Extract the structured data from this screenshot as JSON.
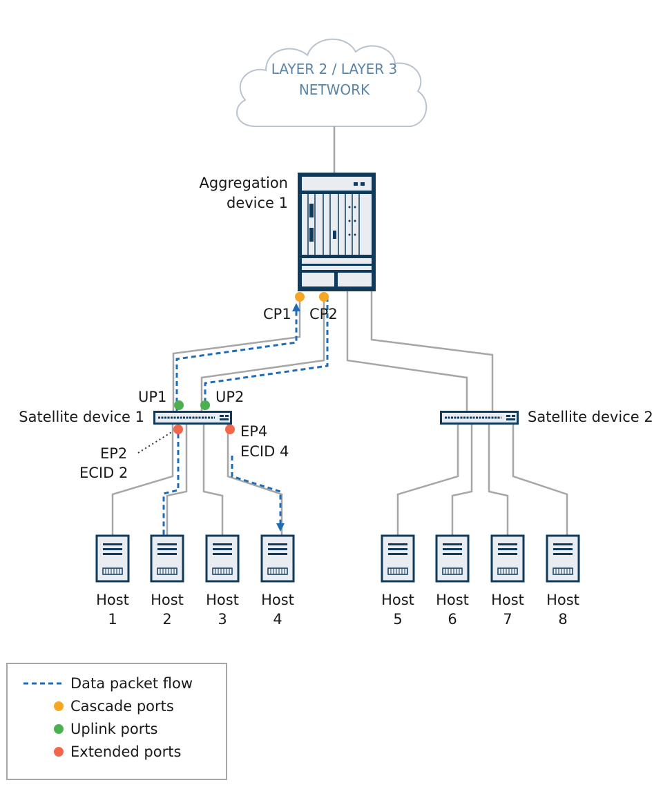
{
  "cloud": {
    "line1": "LAYER 2 / LAYER 3",
    "line2": "NETWORK"
  },
  "aggregation": {
    "line1": "Aggregation",
    "line2": "device 1"
  },
  "ports": {
    "cp1": "CP1",
    "cp2": "CP2",
    "up1": "UP1",
    "up2": "UP2",
    "ep2": "EP2",
    "ecid2": "ECID 2",
    "ep4": "EP4",
    "ecid4": "ECID 4"
  },
  "satellites": {
    "sat1": "Satellite device 1",
    "sat2": "Satellite device 2"
  },
  "hosts": [
    {
      "word": "Host",
      "num": "1"
    },
    {
      "word": "Host",
      "num": "2"
    },
    {
      "word": "Host",
      "num": "3"
    },
    {
      "word": "Host",
      "num": "4"
    },
    {
      "word": "Host",
      "num": "5"
    },
    {
      "word": "Host",
      "num": "6"
    },
    {
      "word": "Host",
      "num": "7"
    },
    {
      "word": "Host",
      "num": "8"
    }
  ],
  "legend": [
    {
      "label": "Data packet flow",
      "kind": "dashed-line",
      "color": "#1f6cb5"
    },
    {
      "label": "Cascade ports",
      "kind": "dot",
      "color": "#f5a623"
    },
    {
      "label": "Uplink ports",
      "kind": "dot",
      "color": "#4caf50"
    },
    {
      "label": "Extended ports",
      "kind": "dot",
      "color": "#f2674b"
    }
  ],
  "colors": {
    "device_frame": "#0f3a5c",
    "device_body": "#e9edf1",
    "cable": "#a6a6a6",
    "flow": "#1f6cb5",
    "cascade": "#f5a623",
    "uplink": "#4caf50",
    "extended": "#f2674b",
    "cloud_text": "#5a83a8"
  }
}
